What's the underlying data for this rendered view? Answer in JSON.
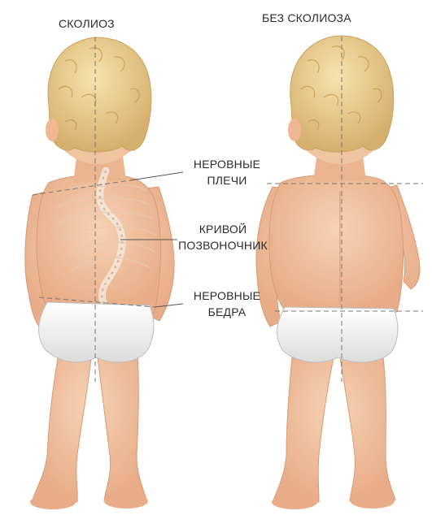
{
  "left_figure": {
    "title": "СКОЛИОЗ"
  },
  "right_figure": {
    "title": "БЕЗ СКОЛИОЗА"
  },
  "labels": {
    "uneven_shoulders": [
      "НЕРОВНЫЕ",
      "ПЛЕЧИ"
    ],
    "curved_spine": [
      "КРИВОЙ",
      "ПОЗВОНОЧНИК"
    ],
    "uneven_hips": [
      "НЕРОВНЫЕ",
      "БЕДРА"
    ]
  },
  "colors": {
    "skin": "#f2c5a2",
    "skin_shadow": "#dc9d78",
    "hair": "#e9cf92",
    "hair_shadow": "#cda85f",
    "diaper": "#f4f4f4",
    "guide_line": "#777777"
  }
}
